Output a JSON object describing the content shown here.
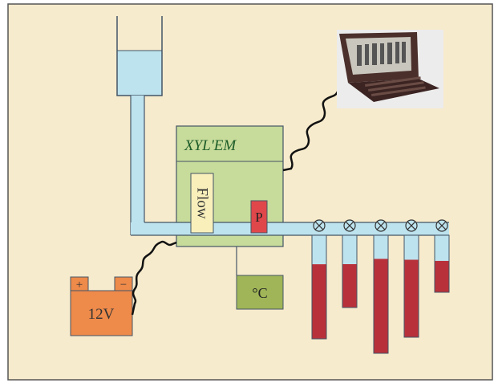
{
  "title": "XYL'EM",
  "flow_label": "Flow",
  "pressure_label": "P",
  "temp_label": "°C",
  "battery": {
    "voltage": "12V",
    "positive": "+",
    "negative": "−"
  },
  "samples": {
    "count": 5,
    "fill_levels": [
      0.72,
      0.6,
      0.8,
      0.76,
      0.55
    ]
  },
  "colors": {
    "background": "#f7ebcd",
    "frame": "#555555",
    "pipe": "#bde3ee",
    "pipe_outline": "#445566",
    "xylem_box": "#c7db9b",
    "flow_box": "#f8efbb",
    "pressure": "#e0474b",
    "temp_box": "#9fb557",
    "battery": "#ee8a4a",
    "sample_fill": "#b8313a",
    "cable": "#111111"
  }
}
